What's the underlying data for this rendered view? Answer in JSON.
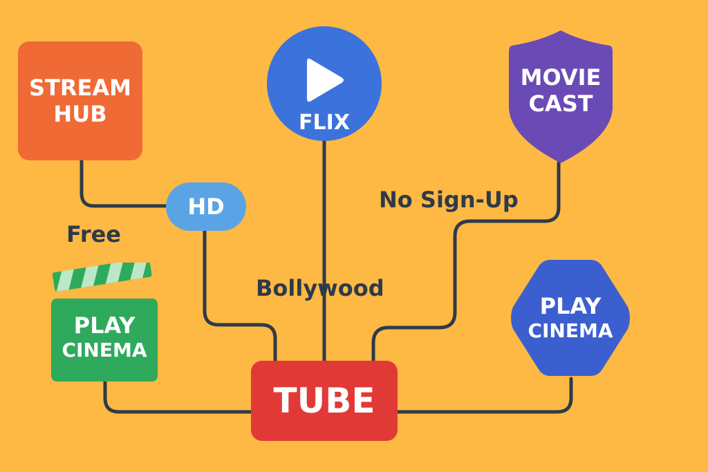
{
  "colors": {
    "background": "#FDB944",
    "connector": "#2F3A48",
    "stream_hub": "#F06A35",
    "flix": "#3C72DB",
    "movie_cast": "#6A4BB5",
    "hd": "#5AA4E6",
    "tube": "#E13A36",
    "play_cinema_hex": "#3C5FD0",
    "play_cinema_clap": "#2FAA5C",
    "clap_stripe_light": "#BDE8C7"
  },
  "nodes": {
    "stream_hub": {
      "line1": "STREAM",
      "line2": "HUB"
    },
    "flix": {
      "label": "FLIX",
      "icon": "play-icon"
    },
    "movie_cast": {
      "line1": "MOVIE",
      "line2": "CAST",
      "shape": "shield"
    },
    "hd": {
      "label": "HD"
    },
    "tube": {
      "label": "TUBE"
    },
    "play_cinema_hex": {
      "line1": "PLAY",
      "line2": "CINEMA",
      "shape": "hexagon"
    },
    "play_cinema_clap": {
      "line1": "PLAY",
      "line2": "CINEMA",
      "icon": "clapperboard-icon"
    }
  },
  "labels": {
    "free": "Free",
    "no_signup": "No Sign-Up",
    "bollywood": "Bollywood"
  }
}
